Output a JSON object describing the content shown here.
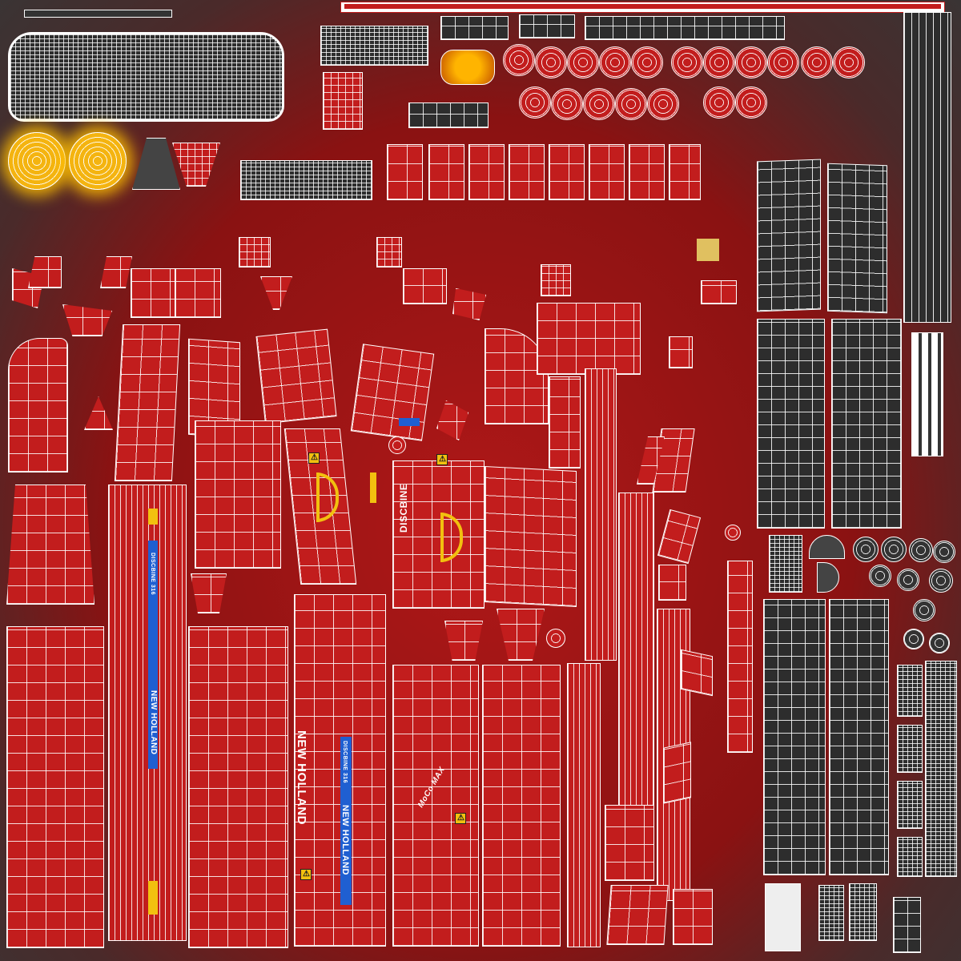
{
  "atlas": {
    "labels": {
      "brand_main": "NEW HOLLAND",
      "brand_small": "NEW HOLLAND",
      "brand_strip": "NEW HOLLAND",
      "model_strip": "DISCBINE 316",
      "model_strip_2": "DISCBINE 316",
      "discbine": "DISCBINE",
      "moco": "MoCo MAX",
      "warn_1": "⚠",
      "warn_2": "⚠",
      "warn_3": "⚠",
      "warn_4": "⚠"
    },
    "colors": {
      "body_red": "#c21d1d",
      "dark_panel": "#2d2d2d",
      "wire": "#ffffff",
      "brand_blue": "#1f5fd1",
      "safety_yellow": "#f2c00f"
    }
  }
}
